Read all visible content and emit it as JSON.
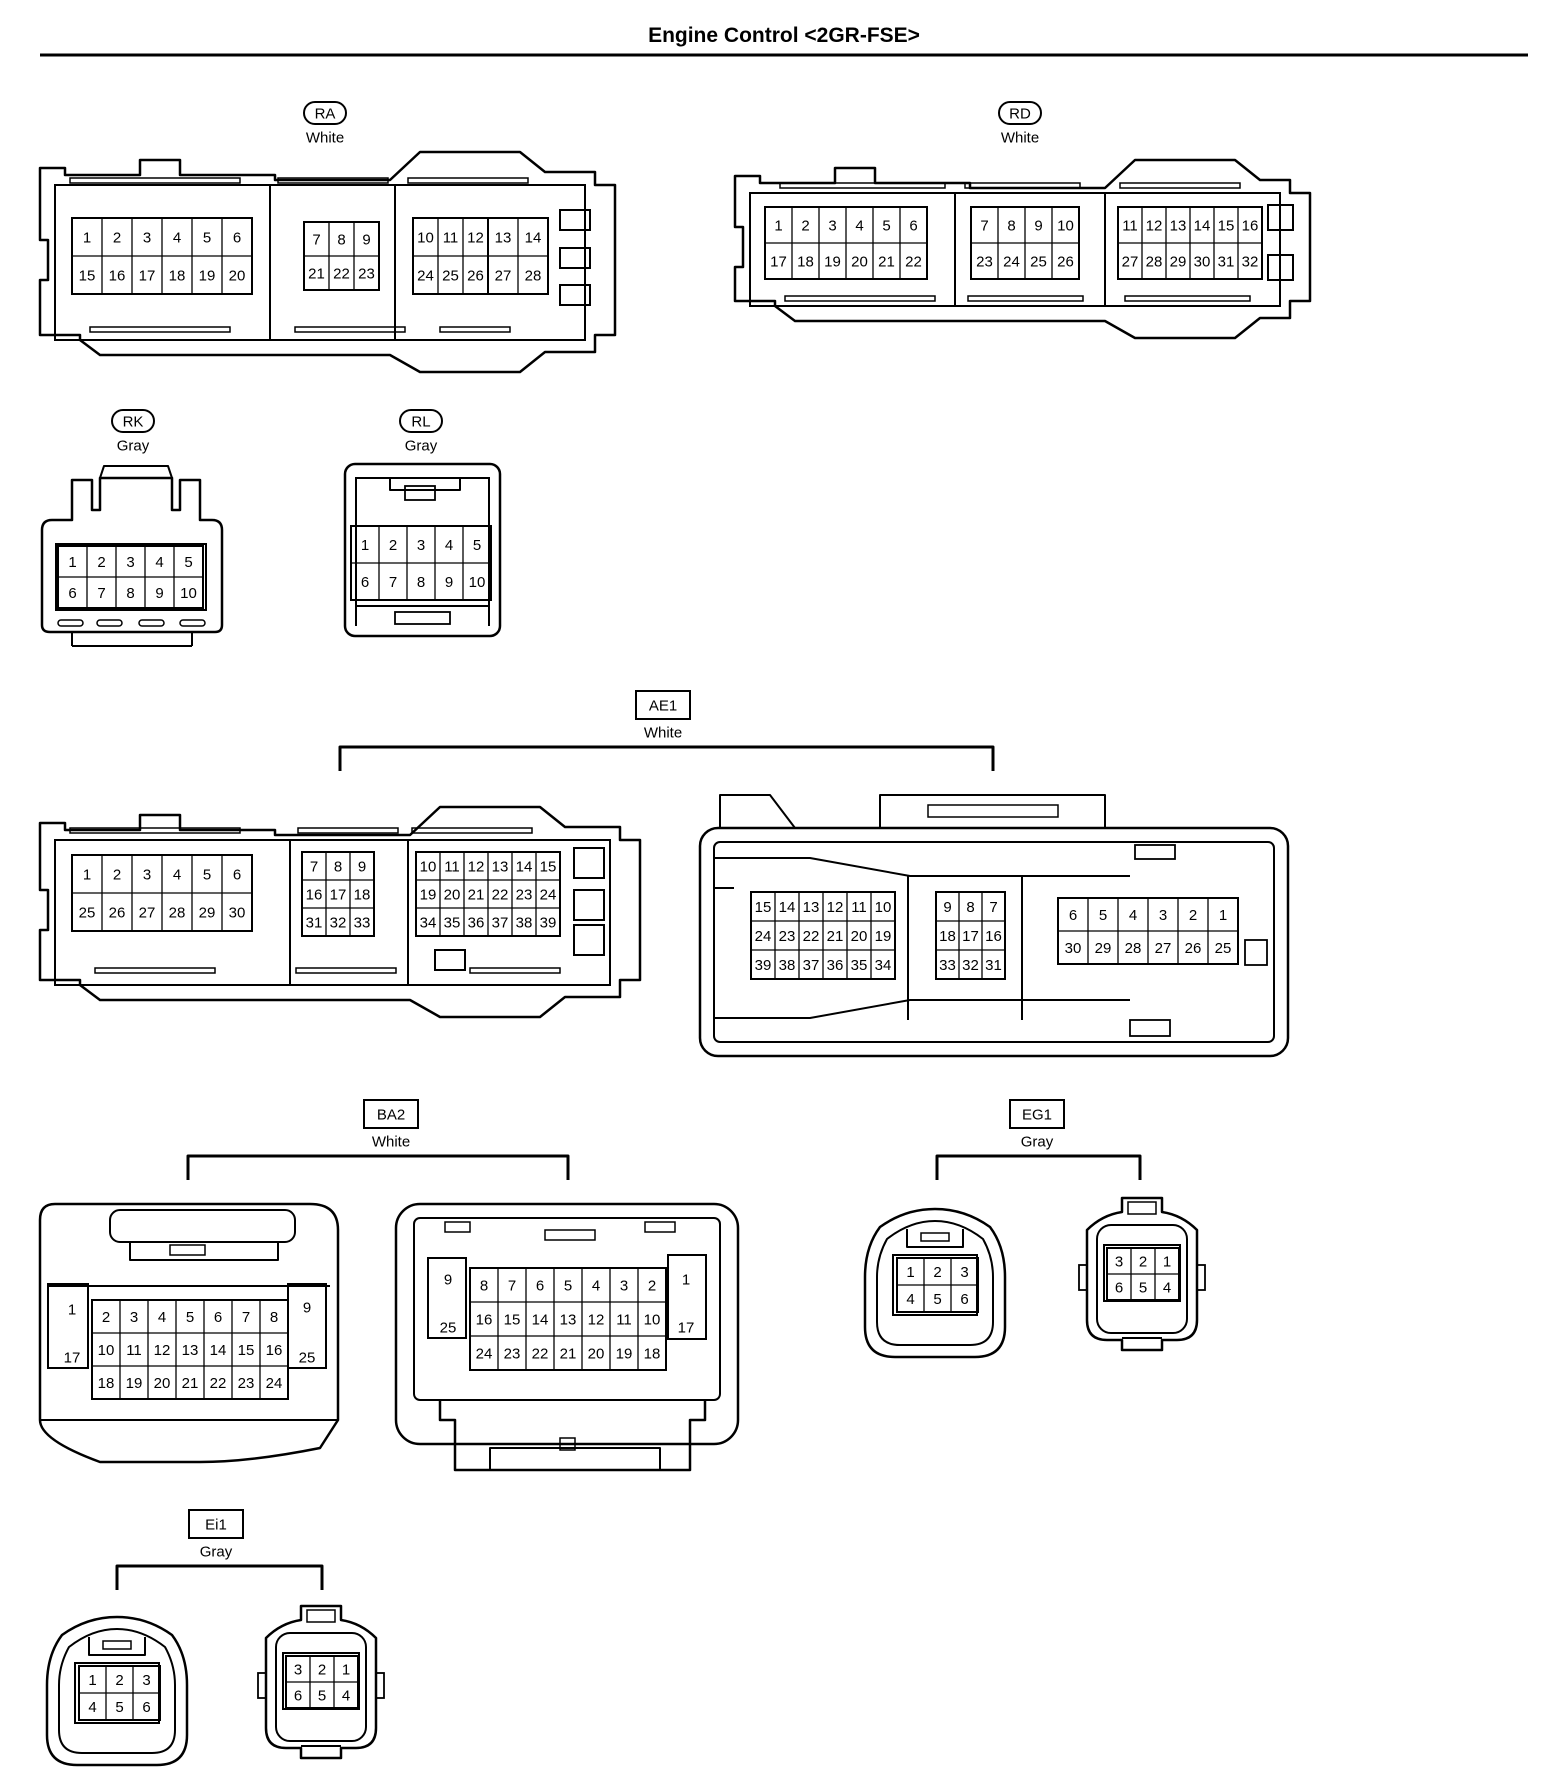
{
  "title": "Engine Control <2GR-FSE>",
  "connectors": {
    "RA": {
      "code": "RA",
      "color": "White",
      "badge": "oval",
      "blocks": [
        [
          [
            "1",
            "2",
            "3",
            "4",
            "5",
            "6"
          ],
          [
            "15",
            "16",
            "17",
            "18",
            "19",
            "20"
          ]
        ],
        [
          [
            "7",
            "8",
            "9"
          ],
          [
            "21",
            "22",
            "23"
          ]
        ],
        [
          [
            "10",
            "11",
            "12",
            "13",
            "14"
          ],
          [
            "24",
            "25",
            "26",
            "27",
            "28"
          ]
        ]
      ]
    },
    "RD": {
      "code": "RD",
      "color": "White",
      "badge": "oval",
      "blocks": [
        [
          [
            "1",
            "2",
            "3",
            "4",
            "5",
            "6"
          ],
          [
            "17",
            "18",
            "19",
            "20",
            "21",
            "22"
          ]
        ],
        [
          [
            "7",
            "8",
            "9",
            "10"
          ],
          [
            "23",
            "24",
            "25",
            "26"
          ]
        ],
        [
          [
            "11",
            "12",
            "13",
            "14",
            "15",
            "16"
          ],
          [
            "27",
            "28",
            "29",
            "30",
            "31",
            "32"
          ]
        ]
      ]
    },
    "RK": {
      "code": "RK",
      "color": "Gray",
      "badge": "oval",
      "blocks": [
        [
          [
            "1",
            "2",
            "3",
            "4",
            "5"
          ],
          [
            "6",
            "7",
            "8",
            "9",
            "10"
          ]
        ]
      ]
    },
    "RL": {
      "code": "RL",
      "color": "Gray",
      "badge": "oval",
      "blocks": [
        [
          [
            "1",
            "2",
            "3",
            "4",
            "5"
          ],
          [
            "6",
            "7",
            "8",
            "9",
            "10"
          ]
        ]
      ]
    },
    "AE1": {
      "code": "AE1",
      "color": "White",
      "badge": "box",
      "left": [
        [
          [
            "1",
            "2",
            "3",
            "4",
            "5",
            "6"
          ],
          [
            "25",
            "26",
            "27",
            "28",
            "29",
            "30"
          ]
        ],
        [
          [
            "7",
            "8",
            "9"
          ],
          [
            "16",
            "17",
            "18"
          ],
          [
            "31",
            "32",
            "33"
          ]
        ],
        [
          [
            "10",
            "11",
            "12",
            "13",
            "14",
            "15"
          ],
          [
            "19",
            "20",
            "21",
            "22",
            "23",
            "24"
          ],
          [
            "34",
            "35",
            "36",
            "37",
            "38",
            "39"
          ]
        ]
      ],
      "right": [
        [
          [
            "15",
            "14",
            "13",
            "12",
            "11",
            "10"
          ],
          [
            "24",
            "23",
            "22",
            "21",
            "20",
            "19"
          ],
          [
            "39",
            "38",
            "37",
            "36",
            "35",
            "34"
          ]
        ],
        [
          [
            "9",
            "8",
            "7"
          ],
          [
            "18",
            "17",
            "16"
          ],
          [
            "33",
            "32",
            "31"
          ]
        ],
        [
          [
            "6",
            "5",
            "4",
            "3",
            "2",
            "1"
          ],
          [
            "30",
            "29",
            "28",
            "27",
            "26",
            "25"
          ]
        ]
      ]
    },
    "BA2": {
      "code": "BA2",
      "color": "White",
      "badge": "box",
      "left": {
        "side_left": [
          "1",
          "17"
        ],
        "rows": [
          [
            "2",
            "3",
            "4",
            "5",
            "6",
            "7",
            "8"
          ],
          [
            "10",
            "11",
            "12",
            "13",
            "14",
            "15",
            "16"
          ],
          [
            "18",
            "19",
            "20",
            "21",
            "22",
            "23",
            "24"
          ]
        ],
        "side_right": [
          "9",
          "25"
        ]
      },
      "right": {
        "side_left": [
          "9",
          "25"
        ],
        "rows": [
          [
            "8",
            "7",
            "6",
            "5",
            "4",
            "3",
            "2"
          ],
          [
            "16",
            "15",
            "14",
            "13",
            "12",
            "11",
            "10"
          ],
          [
            "24",
            "23",
            "22",
            "21",
            "20",
            "19",
            "18"
          ]
        ],
        "side_right": [
          "1",
          "17"
        ]
      }
    },
    "EG1": {
      "code": "EG1",
      "color": "Gray",
      "badge": "box",
      "left": [
        [
          "1",
          "2",
          "3"
        ],
        [
          "4",
          "5",
          "6"
        ]
      ],
      "right": [
        [
          "3",
          "2",
          "1"
        ],
        [
          "6",
          "5",
          "4"
        ]
      ]
    },
    "Ei1": {
      "code": "Ei1",
      "color": "Gray",
      "badge": "box",
      "left": [
        [
          "1",
          "2",
          "3"
        ],
        [
          "4",
          "5",
          "6"
        ]
      ],
      "right": [
        [
          "3",
          "2",
          "1"
        ],
        [
          "6",
          "5",
          "4"
        ]
      ]
    }
  }
}
